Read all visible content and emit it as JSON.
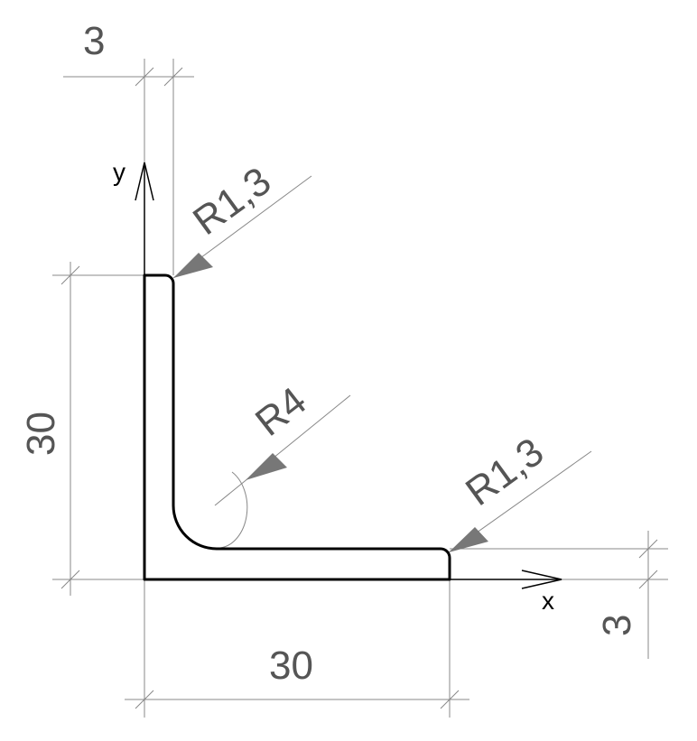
{
  "drawing": {
    "axes": {
      "x_label": "x",
      "y_label": "y"
    },
    "dimensions": {
      "top_thickness": "3",
      "left_height": "30",
      "bottom_width": "30",
      "right_thickness": "3"
    },
    "radii": {
      "top_edge": "R1,3",
      "inner_fillet": "R4",
      "right_edge": "R1,3"
    },
    "colors": {
      "profile": "#000000",
      "dimension_lines": "#888888",
      "dimension_text": "#555555",
      "arrowheads": "#777777"
    }
  }
}
